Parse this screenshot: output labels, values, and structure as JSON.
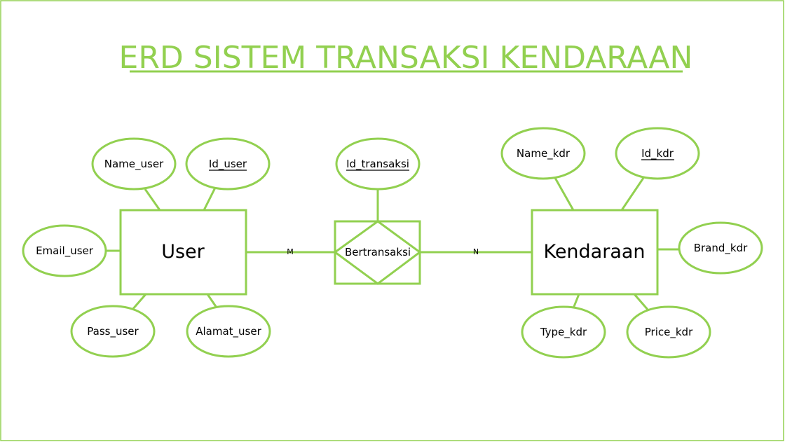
{
  "title": "ERD SISTEM TRANSAKSI KENDARAAN",
  "colors": {
    "accent": "#92d050",
    "text": "#000000",
    "background": "#ffffff"
  },
  "entities": {
    "user": {
      "label": "User"
    },
    "kendaraan": {
      "label": "Kendaraan"
    }
  },
  "relationship": {
    "label": "Bertransaksi",
    "card_left": "M",
    "card_right": "N"
  },
  "attributes": {
    "name_user": {
      "label": "Name_user",
      "key": false
    },
    "id_user": {
      "label": "Id_user",
      "key": true
    },
    "email_user": {
      "label": "Email_user",
      "key": false
    },
    "pass_user": {
      "label": "Pass_user",
      "key": false
    },
    "alamat_user": {
      "label": "Alamat_user",
      "key": false
    },
    "id_transaksi": {
      "label": "Id_transaksi",
      "key": true
    },
    "name_kdr": {
      "label": "Name_kdr",
      "key": false
    },
    "id_kdr": {
      "label": "Id_kdr",
      "key": true
    },
    "brand_kdr": {
      "label": "Brand_kdr",
      "key": false
    },
    "type_kdr": {
      "label": "Type_kdr",
      "key": false
    },
    "price_kdr": {
      "label": "Price_kdr",
      "key": false
    }
  }
}
